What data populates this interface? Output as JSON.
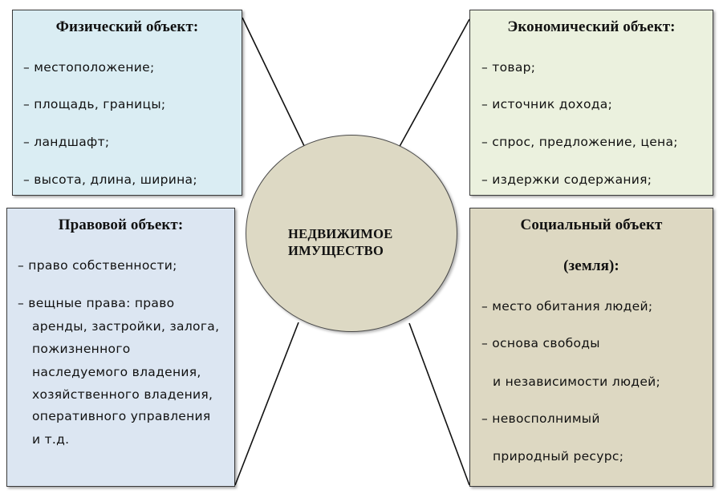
{
  "center": {
    "line1": "НЕДВИЖИМОЕ",
    "line2": "ИМУЩЕСТВО"
  },
  "physical": {
    "title": "Физический объект:",
    "items": [
      "– местоположение;",
      "– площадь, границы;",
      "– ландшафт;",
      "– высота, длина, ширина;"
    ]
  },
  "economic": {
    "title": "Экономический объект:",
    "items": [
      "– товар;",
      "– источник дохода;",
      "– спрос, предложение, цена;",
      "– издержки содержания;"
    ]
  },
  "legal": {
    "title": "Правовой объект:",
    "items": [
      "– право собственности;",
      "– вещные права: право",
      "аренды, застройки, залога,",
      "пожизненного",
      "наследуемого владения,",
      "хозяйственного владения,",
      "оперативного управления",
      "и т.д."
    ]
  },
  "social": {
    "title_line1": "Социальный объект",
    "title_line2": "(земля):",
    "items": [
      "– место обитания людей;",
      "– основа свободы",
      "и независимости людей;",
      "– невосполнимый",
      "природный ресурс;"
    ]
  },
  "colors": {
    "physical_fill": "#daedf3",
    "economic_fill": "#ebf1de",
    "legal_fill": "#dce6f2",
    "social_fill": "#ddd8c2",
    "center_fill": "#ddd9c4"
  }
}
